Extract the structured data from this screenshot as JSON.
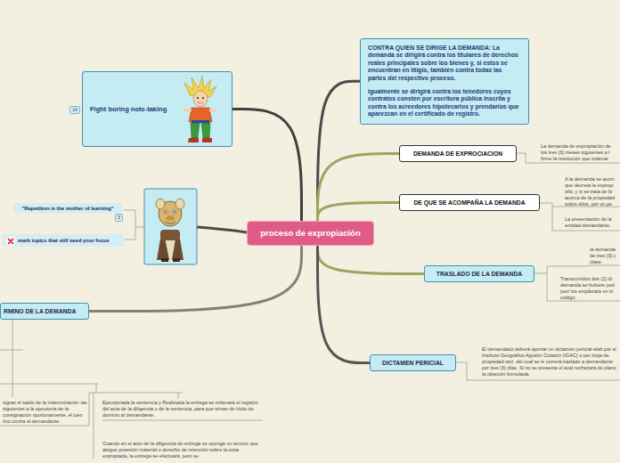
{
  "diagram": {
    "nodes": [
      {
        "text": [
          "proceso de expropiación"
        ]
      },
      {
        "text": [
          "CONTRA QUIEN SE DIRIGE LA DEMANDA: La demanda se dirigirá contra los titulares de derechos reales principales sobre los bienes y, si estos se encuentran en litigio, también contra todas las partes del respectivo proceso.",
          "Igualmente se dirigirá contra los tenedores cuyos contratos consten por escritura pública inscrita y contra los acreedores hipotecarios y prendarios que aparezcan en el certificado de registro."
        ]
      },
      {
        "text": [
          "DEMANDA DE EXPROCIACION"
        ]
      },
      {
        "text": [
          "DE QUE SE ACOMPAÑA LA DEMANDA"
        ]
      },
      {
        "text": [
          "TRASLADO DE LA DEMANDA"
        ]
      },
      {
        "text": [
          "DICTAMEN PERICIAL"
        ]
      },
      {
        "text": [
          "RMINO DE LA DEMANDA"
        ]
      },
      {
        "text": [
          "Fight boring note-taking"
        ]
      },
      {
        "text": [
          "\"Repetition is the mother of learning\""
        ]
      },
      {
        "text": [
          "mark topics that still need your focus"
        ]
      }
    ],
    "edges": [
      {
        "from": 0,
        "to": 1,
        "arrow": "none"
      },
      {
        "from": 0,
        "to": 2,
        "arrow": "none"
      },
      {
        "from": 0,
        "to": 3,
        "arrow": "none"
      },
      {
        "from": 0,
        "to": 4,
        "arrow": "none"
      },
      {
        "from": 0,
        "to": 5,
        "arrow": "none"
      },
      {
        "from": 0,
        "to": 6,
        "arrow": "none"
      },
      {
        "from": 0,
        "to": 7,
        "arrow": "none"
      }
    ],
    "labels": [
      "14",
      "3",
      "La demanda de expropiación de los tres (3) meses siguientes a l firme la resolución que ordenar",
      "A la demanda se acom que decreta la expropi ella, y si se trata de bi acerca de la propiedad sobre ellos, por un pe",
      "La presentación de la entidad demandante.",
      "la demanda de tres (3) c clase.",
      "Transcurridos dos (2) dí demanda se hubiere pod juez los emplazará en lo código.",
      "El demandado deberá aportar un dictamen pericial elab por el Instituto Geográfico Agustín Codazzi (IGAC) o por lonja de propiedad raíz, del cual se le correrá traslado a demandante por tres (3) días. Si no se presenta el aval rechazará de plano la objeción formulada.",
      "signar el saldo de la indemnización ías siguientes a la ejecutoria de la consignación oportunamente, el juez tivo contra el demandante.",
      "Ejecutoriada la sentencia y Realizada la entrega se ordenará el registro del acta de la diligencia y de la sentencia, para que sirvan de título de dominio al demandante.",
      "Cuando en el acto de la diligencia de entrega se oponga un tercero que alegue posesión material o derecho de retención sobre la cosa expropiada, la entrega se efectuará, pero se"
    ]
  }
}
